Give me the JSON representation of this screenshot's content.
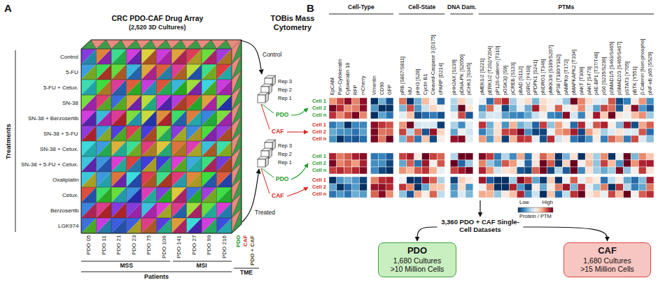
{
  "diagram": {
    "nodes": [
      {
        "text": [
          "PDO",
          "1,680 Cultures",
          ">10 Million Cells"
        ]
      },
      {
        "text": [
          "CAF",
          "1,680 Cultures",
          ">15 Million Cells"
        ]
      }
    ],
    "labels": [
      "A",
      "CRC PDO-CAF Drug Array",
      "(2,520 3D Cultures)",
      "Treatments",
      "Control",
      "5-FU",
      "5-FU + Cetux.",
      "SN-38",
      "SN-38 + Berzosertib",
      "SN-38 + 5-FU",
      "SN-38 + Cetux.",
      "SN-38 + 5-FU + Cetux.",
      "Oxaliplatin",
      "Cetux.",
      "Berzosertib",
      "LGK974",
      "PDO 05",
      "PDO 11",
      "PDO 21",
      "PDO 23",
      "PDO 75",
      "PDO 109",
      "PDO 141",
      "PDO 27",
      "PDO 99",
      "PDO 216",
      "MSS",
      "MSI",
      "Patients",
      "PDO",
      "CAF",
      "PDO + CAF",
      "TME",
      "TOBis Mass Cytometry",
      "Control",
      "Treated",
      "Rep 3",
      "Rep 2",
      "Rep 1",
      "PDO",
      "CAF",
      "Rep 3",
      "Rep 2",
      "Rep 1",
      "PDO",
      "CAF",
      "B",
      "Cell-Type",
      "Cell-State",
      "DNA Dam.",
      "PTMs",
      "EpCAM",
      "Pan-Cytokeratin",
      "Cytokeratin 18",
      "RFP",
      "mCherry",
      "Vimentin",
      "CD90",
      "GFP",
      "pRB [S807/S811]",
      "IdU",
      "pHH3 [S28]",
      "Cyclin B1",
      "Cleaved-Caspase 3 [D175]",
      "cPARP [D214]",
      "pHH2AX [S139]",
      "pDNA-PK [S2056]",
      "pCHK1 [S345]",
      "pMEK1/2 [S221]",
      "pERK1/2 [T202/Y204]",
      "pP120-Catenin [T310]",
      "pGSK3β [S9]",
      "pCREB [S133]",
      "pBAD [S112]",
      "pSRC [Y418]",
      "pPDPK1 [S241]",
      "pNDRG1 [T346]",
      "pMKK3/6 [S189/S207]",
      "pP38 [T180/Y182]",
      "pAMPKα [T172]",
      "pMAPKAPK2 [T334]",
      "pAKT [T308]",
      "pAKT [S473]",
      "p4E-BP1 [T37/T46]",
      "pS6 [S235/S236]",
      "pSMAD1/5 [S463/S465]",
      "pSMAD2/3 [S465/S467]",
      "pSTAT3 [Y705]",
      "pBTK [Y551]",
      "β-Catenin [Non-phospho]",
      "pNF-κB p65 [S529]",
      "Cell 1",
      "Cell 2",
      "Cell n",
      "Cell 1",
      "Cell 2",
      "Cell n",
      "Cell 1",
      "Cell 2",
      "Cell n",
      "Cell 1",
      "Cell 2",
      "Cell n",
      "Low",
      "High",
      "Protein / PTM",
      "3,360 PDO + CAF Single-Cell Datasets"
    ]
  }
}
